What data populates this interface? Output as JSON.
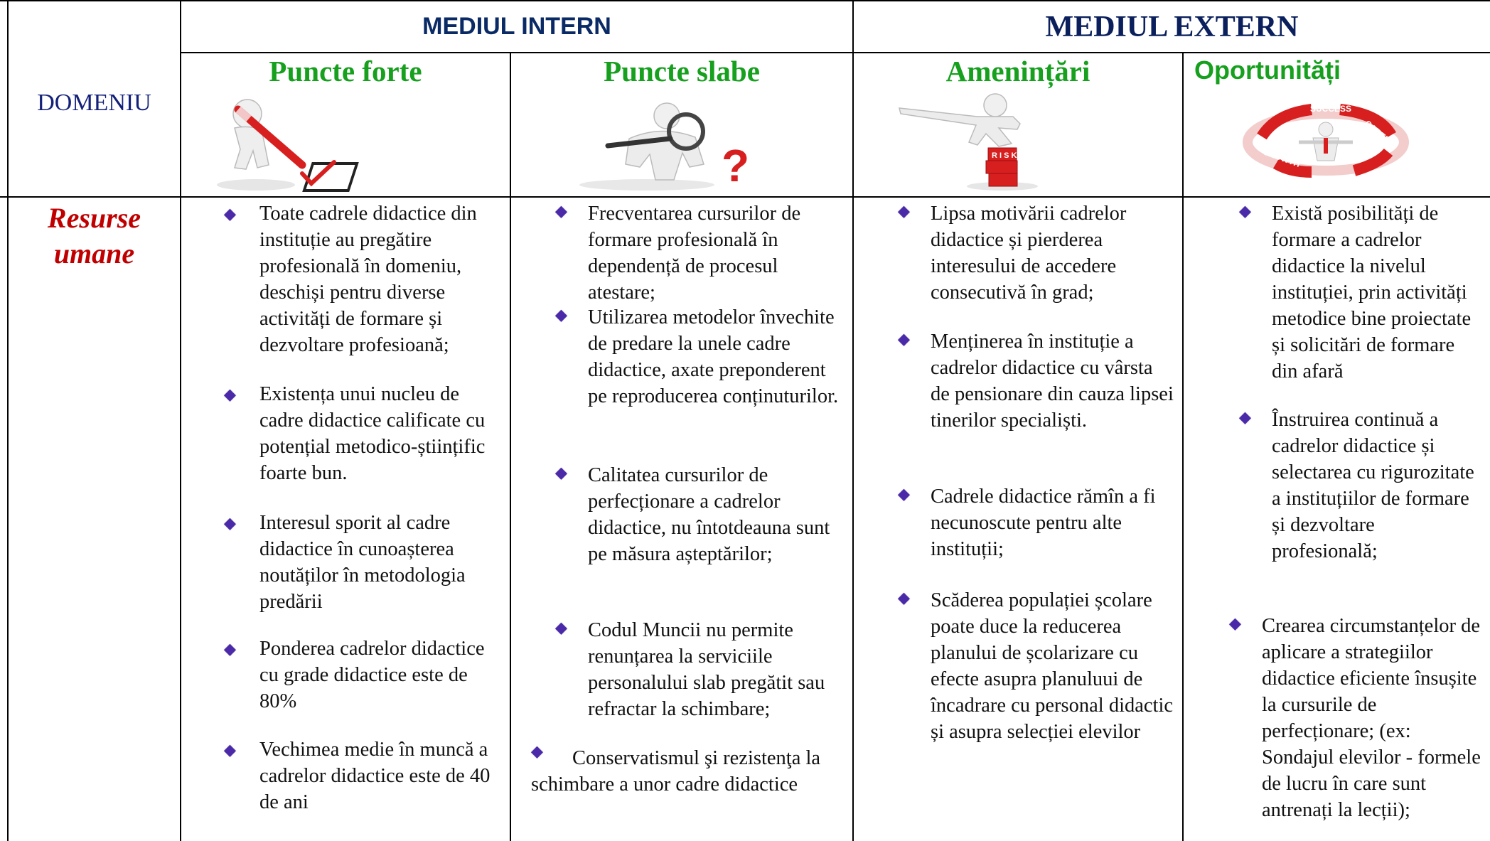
{
  "header": {
    "intern": "MEDIUL INTERN",
    "extern": "MEDIUL EXTERN",
    "domeniu": "DOMENIU"
  },
  "quadrants": {
    "forte": {
      "title": "Puncte forte",
      "icon": "pencil-checkmark-figure"
    },
    "slabe": {
      "title": "Puncte slabe",
      "icon": "magnifier-question-figure"
    },
    "amenintari": {
      "title": "Amenințări",
      "icon": "figure-balancing-on-risk-dice"
    },
    "oportunitati": {
      "title": "Oportunități",
      "icon": "success-career-growth-arrows"
    }
  },
  "domain": {
    "line1": "Resurse",
    "line2": "umane"
  },
  "forte_items": [
    "Toate cadrele didactice din instituție au pregătire profesională în domeniu, deschiși pentru diverse activități de formare și dezvoltare profesioană;",
    "Existența unui nucleu de cadre didactice calificate cu potențial metodico-științific foarte bun.",
    "Interesul sporit al cadre didactice în cunoașterea noutăților în metodologia predării",
    "Ponderea cadrelor didactice cu grade didactice este de 80%",
    "Vechimea medie în muncă a cadrelor didactice este de 40 de ani"
  ],
  "slabe_items": [
    "Frecventarea cursurilor de formare profesională în dependență de procesul atestare;",
    "Utilizarea metodelor învechite de predare la unele cadre didactice, axate preponderent pe reproducerea conținuturilor.",
    "Calitatea cursurilor de perfecționare a cadrelor didactice, nu întotdeauna sunt pe măsura așteptărilor;",
    "Codul Muncii nu permite renunțarea la serviciile personalului slab pregătit sau refractar la schimbare;",
    "Conservatismul şi rezistenţa la schimbare a unor cadre didactice"
  ],
  "amenintari_items": [
    "Lipsa motivării cadrelor didactice și pierderea interesului de accedere consecutivă în grad;",
    "Menținerea în instituție a cadrelor didactice cu vârsta de pensionare din cauza lipsei tinerilor specialiști.",
    "Cadrele didactice rămîn a fi necunoscute pentru alte instituții;",
    "Scăderea populației școlare poate duce la reducerea planului de școlarizare cu efecte asupra planuluui de încadrare cu personal didactic și asupra selecției elevilor"
  ],
  "oportunitati_items": [
    "Există posibilități de formare a cadrelor didactice la nivelul instituției, prin activități metodice bine proiectate și solicitări de formare din afară",
    "Înstruirea continuă a cadrelor didactice și selectarea cu rigurozitate a instituțiilor de formare și dezvoltare profesională;",
    "Crearea circumstanțelor de aplicare a strategiilor didactice eficiente însușite la cursurile de perfecționare; (ex: Sondajul elevilor - formele de lucru în care sunt antrenați la lecții);"
  ],
  "illus_text": {
    "success": "SUCCESS",
    "career": "CAREER",
    "growth": "GROWTH",
    "risk": "R I S K"
  },
  "colors": {
    "title_green": "#16a01e",
    "header_blue": "#0a2a66",
    "domain_red": "#c00000",
    "bullet_purple": "#4a2aa8"
  }
}
